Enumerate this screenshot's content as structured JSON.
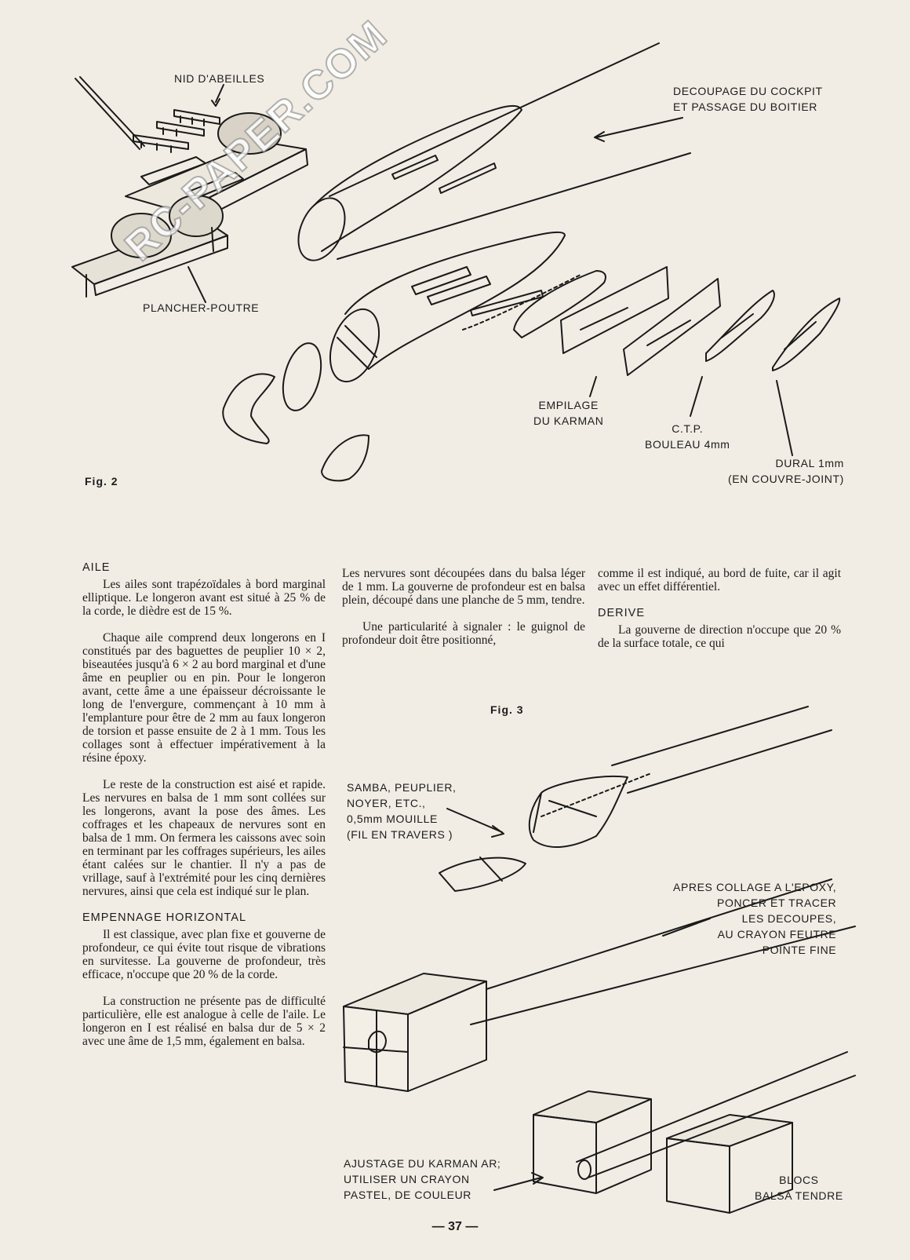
{
  "watermark": "RC-PAPER.COM",
  "fig2": {
    "label": "Fig. 2",
    "callouts": {
      "nid": "NID D'ABEILLES",
      "decoupage": "DECOUPAGE DU COCKPIT\nET PASSAGE DU BOITIER",
      "plancher": "PLANCHER-POUTRE",
      "empilage": "EMPILAGE\nDU KARMAN",
      "ctp": "C.T.P.\nBOULEAU 4mm",
      "dural": "DURAL 1mm\n(EN COUVRE-JOINT)"
    }
  },
  "fig3": {
    "label": "Fig. 3",
    "callouts": {
      "samba": "SAMBA, PEUPLIER,\nNOYER, ETC.,\n0,5mm MOUILLE\n(FIL EN TRAVERS )",
      "apres": "APRES COLLAGE A L'EPOXY,\nPONCER ET TRACER\nLES DECOUPES,\nAU CRAYON FEUTRE\nPOINTE FINE",
      "ajustage": "AJUSTAGE DU KARMAN AR;\nUTILISER UN CRAYON\nPASTEL, DE COULEUR",
      "blocs": "BLOCS\nBALSA TENDRE"
    }
  },
  "col1": {
    "h_aile": "AILE",
    "p1": "Les ailes sont trapézoïdales à bord marginal elliptique. Le longeron avant est situé à 25 % de la corde, le dièdre est de 15 %.",
    "p2": "Chaque aile comprend deux longerons en I constitués par des baguettes de peuplier 10 × 2, biseautées jusqu'à 6 × 2 au bord marginal et d'une âme en peuplier ou en pin. Pour le longeron avant, cette âme a une épaisseur décroissante le long de l'envergure, commençant à 10 mm à l'emplanture pour être de 2 mm au faux longeron de torsion et passe ensuite de 2 à 1 mm. Tous les collages sont à effectuer impérativement à la résine époxy.",
    "p3": "Le reste de la construction est aisé et rapide. Les nervures en balsa de 1 mm sont collées sur les longerons, avant la pose des âmes. Les coffrages et les chapeaux de nervures sont en balsa de 1 mm. On fermera les caissons avec soin en terminant par les coffrages supérieurs, les ailes étant calées sur le chantier. Il n'y a pas de vrillage, sauf à l'extrémité pour les cinq dernières nervures, ainsi que cela est indiqué sur le plan.",
    "h_emp": "EMPENNAGE HORIZONTAL",
    "p4": "Il est classique, avec plan fixe et gouverne de profondeur, ce qui évite tout risque de vibrations en survitesse. La gouverne de profondeur, très efficace, n'occupe que 20 % de la corde.",
    "p5": "La construction ne présente pas de difficulté particulière, elle est analogue à celle de l'aile. Le longeron en I est réalisé en balsa dur de 5 × 2 avec une âme de 1,5 mm, également en balsa."
  },
  "col2": {
    "p1": "Les nervures sont découpées dans du balsa léger de 1 mm. La gouverne de profondeur est en balsa plein, découpé dans une planche de 5 mm, tendre.",
    "p2": "Une particularité à signaler : le guignol de profondeur doit être positionné,"
  },
  "col3": {
    "p1": "comme il est indiqué, au bord de fuite, car il agit avec un effet différentiel.",
    "h_derive": "DERIVE",
    "p2": "La gouverne de direction n'occupe que 20 % de la surface totale, ce qui"
  },
  "page_number": "— 37 —"
}
